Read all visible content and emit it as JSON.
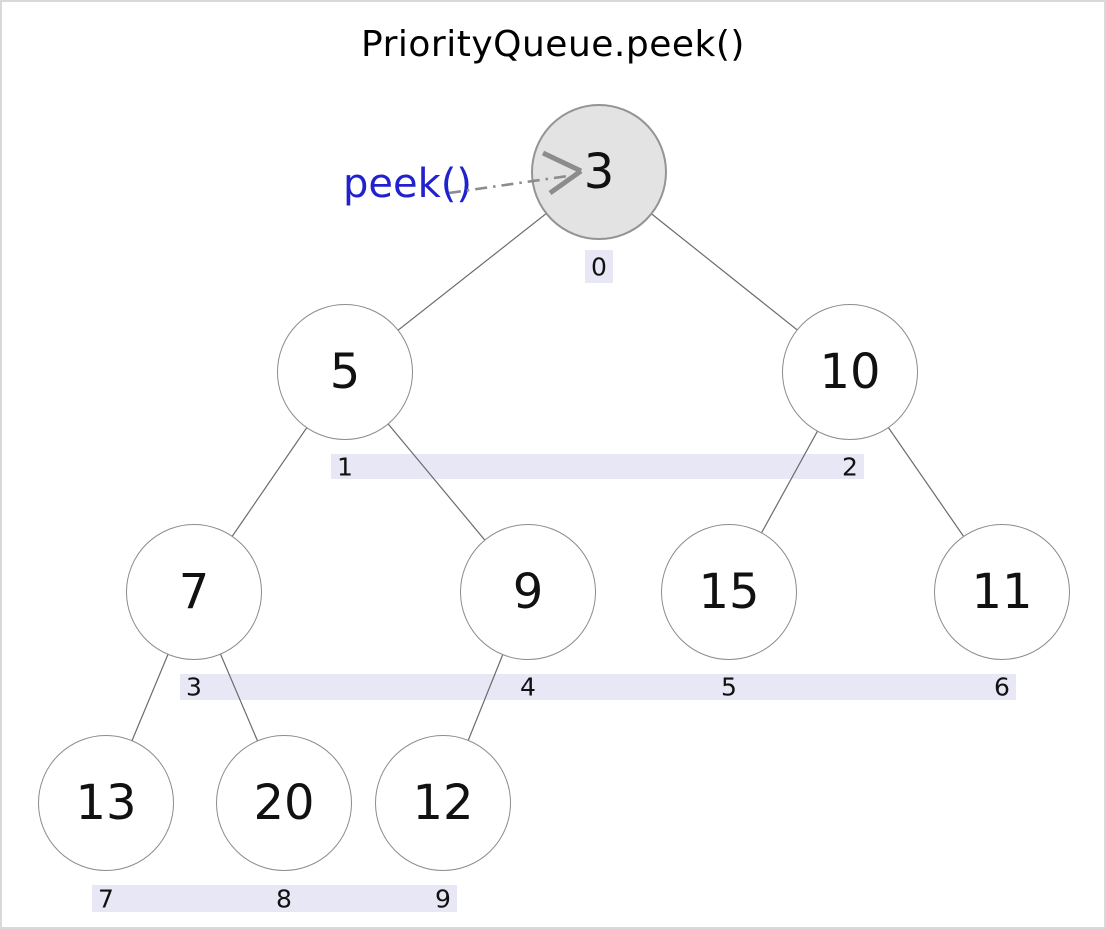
{
  "title": "PriorityQueue.peek()",
  "peek": {
    "label": "peek()"
  },
  "colors": {
    "peek_blue": "#2121cd",
    "root_node_fill": "#e3e3e3",
    "node_fill": "#ffffff",
    "node_border": "#8c8c8c",
    "edge": "#6b6b6b",
    "index_band_bg": "#e7e7f6",
    "arrow_gray": "#8c8c8c"
  },
  "tree": {
    "nodes": [
      {
        "value": "3",
        "index": "0",
        "highlighted": true
      },
      {
        "value": "5",
        "index": "1",
        "highlighted": false
      },
      {
        "value": "10",
        "index": "2",
        "highlighted": false
      },
      {
        "value": "7",
        "index": "3",
        "highlighted": false
      },
      {
        "value": "9",
        "index": "4",
        "highlighted": false
      },
      {
        "value": "15",
        "index": "5",
        "highlighted": false
      },
      {
        "value": "11",
        "index": "6",
        "highlighted": false
      },
      {
        "value": "13",
        "index": "7",
        "highlighted": false
      },
      {
        "value": "20",
        "index": "8",
        "highlighted": false
      },
      {
        "value": "12",
        "index": "9",
        "highlighted": false
      }
    ],
    "edges": [
      [
        0,
        1
      ],
      [
        0,
        2
      ],
      [
        1,
        3
      ],
      [
        1,
        4
      ],
      [
        2,
        5
      ],
      [
        2,
        6
      ],
      [
        3,
        7
      ],
      [
        3,
        8
      ],
      [
        4,
        9
      ]
    ]
  }
}
